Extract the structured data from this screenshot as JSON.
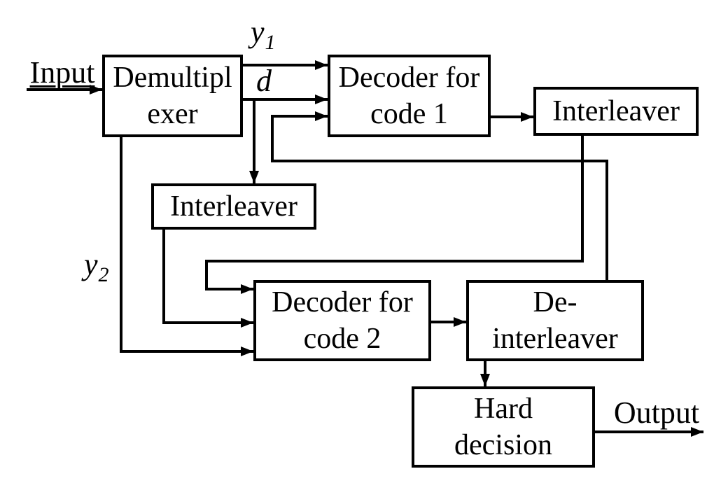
{
  "diagram": {
    "background": "#ffffff",
    "line_color": "#000000",
    "boxes": {
      "demultiplexer": {
        "label": "Demultipl\nexer"
      },
      "decoder1": {
        "label": "Decoder for\ncode 1"
      },
      "interleaver_top": {
        "label": "Interleaver"
      },
      "interleaver_mid": {
        "label": "Interleaver"
      },
      "decoder2": {
        "label": "Decoder for\ncode 2"
      },
      "deinterleaver": {
        "label": "De-\ninterleaver"
      },
      "hard_decision": {
        "label": "Hard\ndecision"
      }
    },
    "labels": {
      "input": "Input",
      "output": "Output",
      "y1_base": "y",
      "y1_sub": "1",
      "d": "d",
      "y2_base": "y",
      "y2_sub": "2"
    }
  }
}
